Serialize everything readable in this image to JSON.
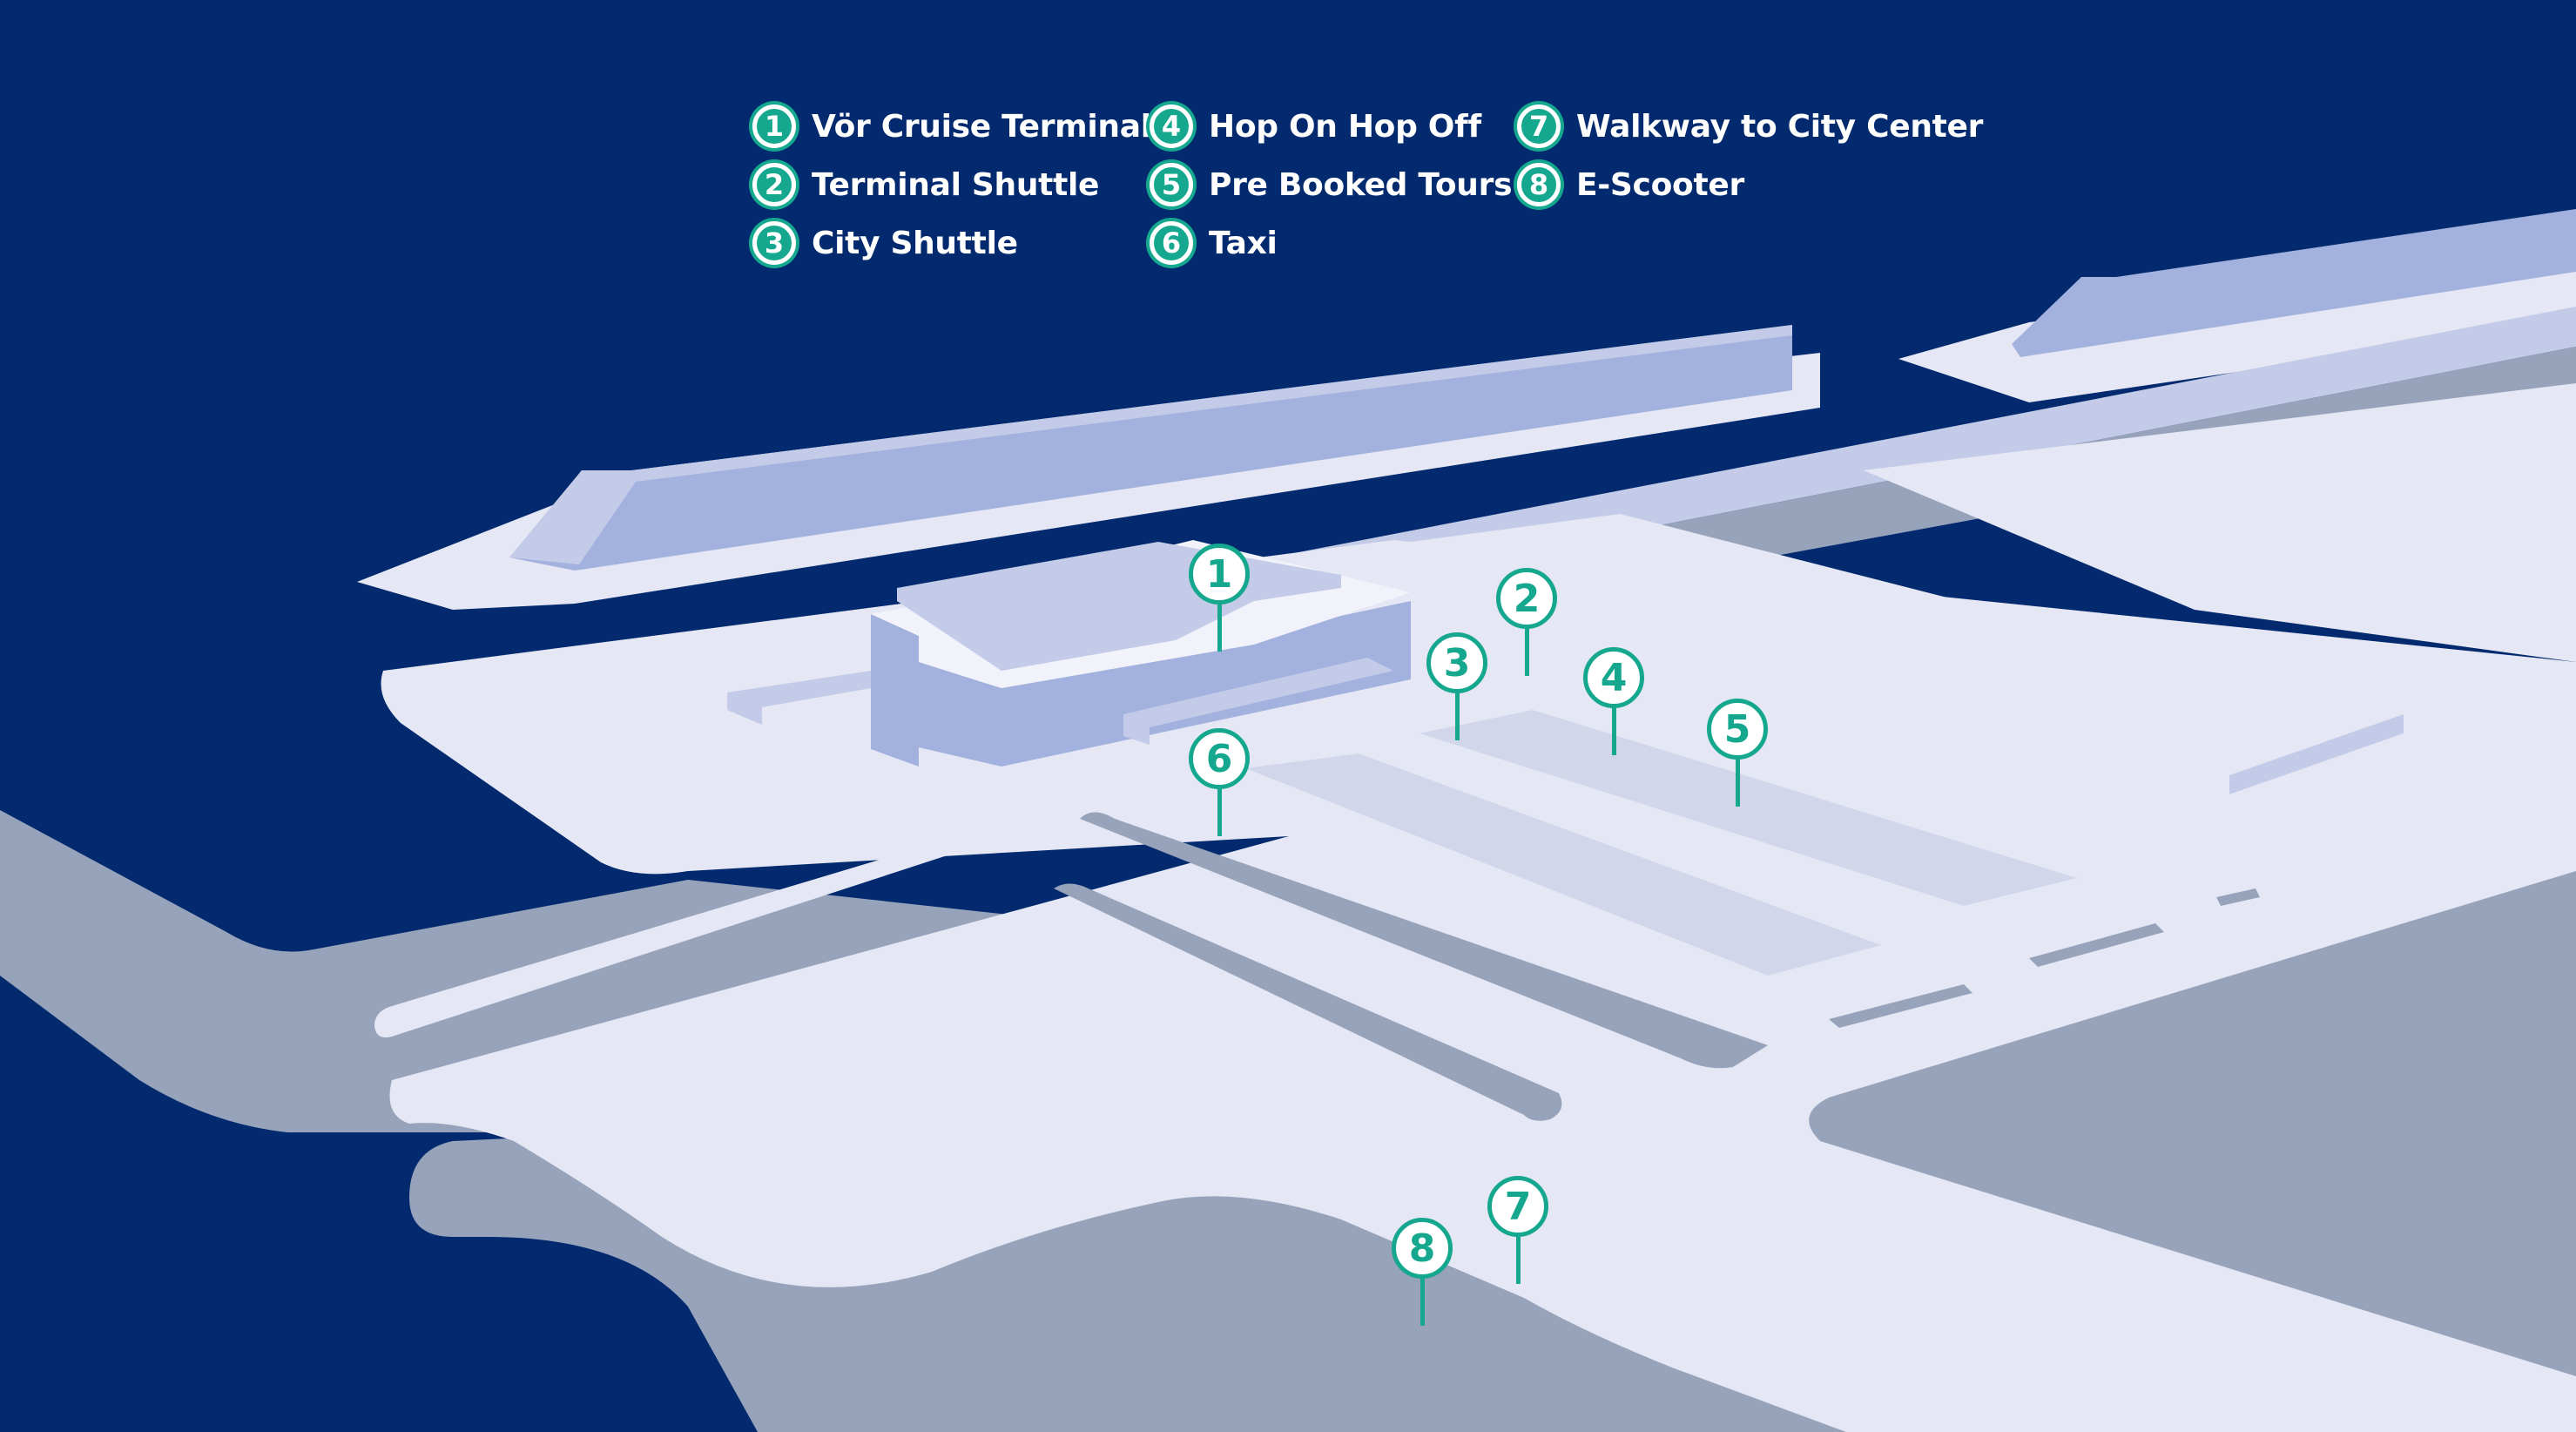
{
  "colors": {
    "water": "#032a6e",
    "land": "#97a3ba",
    "pavement": "#e5e8f4",
    "pavement_dark": "#d1d6ea",
    "structure": "#a2b1dd",
    "structure_light": "#c3cbe8",
    "accent": "#15a88e",
    "white": "#ffffff"
  },
  "legend": {
    "items": [
      {
        "num": "1",
        "label": "Vör Cruise Terminal"
      },
      {
        "num": "2",
        "label": "Terminal Shuttle"
      },
      {
        "num": "3",
        "label": "City Shuttle"
      },
      {
        "num": "4",
        "label": "Hop On Hop Off"
      },
      {
        "num": "5",
        "label": "Pre Booked Tours"
      },
      {
        "num": "6",
        "label": "Taxi"
      },
      {
        "num": "7",
        "label": "Walkway to City Center"
      },
      {
        "num": "8",
        "label": "E-Scooter"
      }
    ]
  },
  "pins": [
    {
      "num": "1",
      "name": "terminal-marker"
    },
    {
      "num": "2",
      "name": "terminal-shuttle-marker"
    },
    {
      "num": "3",
      "name": "city-shuttle-marker"
    },
    {
      "num": "4",
      "name": "hop-on-hop-off-marker"
    },
    {
      "num": "5",
      "name": "pre-booked-tours-marker"
    },
    {
      "num": "6",
      "name": "taxi-marker"
    },
    {
      "num": "7",
      "name": "walkway-marker"
    },
    {
      "num": "8",
      "name": "e-scooter-marker"
    }
  ]
}
